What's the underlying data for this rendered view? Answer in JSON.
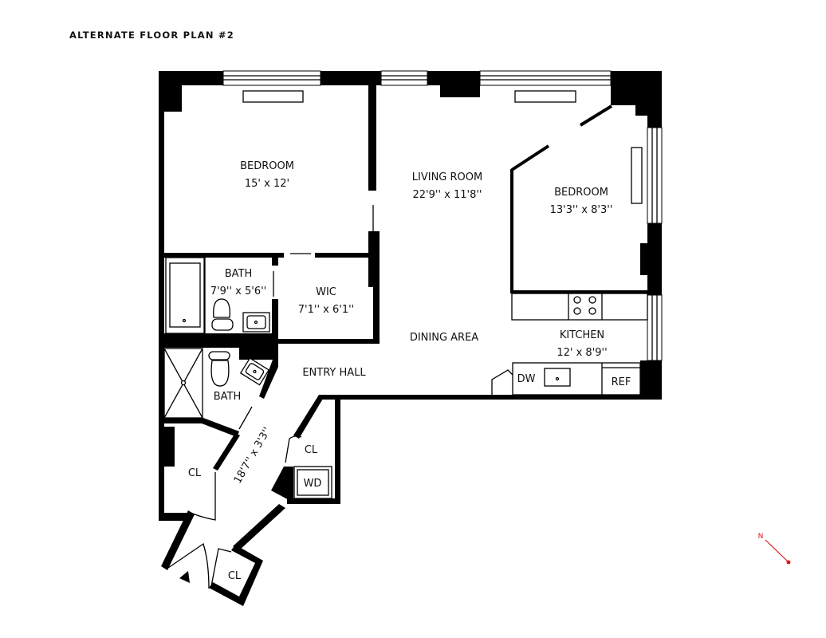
{
  "title": "ALTERNATE FLOOR PLAN #2",
  "rooms": [
    {
      "id": "bedroom-1",
      "name": "BEDROOM",
      "size": "15' x 12'"
    },
    {
      "id": "living-room",
      "name": "LIVING ROOM",
      "size": "22'9'' x 11'8''"
    },
    {
      "id": "bedroom-2",
      "name": "BEDROOM",
      "size": "13'3'' x 8'3''"
    },
    {
      "id": "bath-1",
      "name": "BATH",
      "size": "7'9'' x 5'6''"
    },
    {
      "id": "wic",
      "name": "WIC",
      "size": "7'1'' x 6'1''"
    },
    {
      "id": "dining-area",
      "name": "DINING AREA",
      "size": ""
    },
    {
      "id": "kitchen",
      "name": "KITCHEN",
      "size": "12' x 8'9''"
    },
    {
      "id": "entry-hall",
      "name": "ENTRY HALL",
      "size": ""
    },
    {
      "id": "bath-2",
      "name": "BATH",
      "size": ""
    },
    {
      "id": "hallway",
      "name": "",
      "size": "18'7'' x 3'3''"
    },
    {
      "id": "closet-1",
      "name": "CL",
      "size": ""
    },
    {
      "id": "closet-2",
      "name": "CL",
      "size": ""
    },
    {
      "id": "closet-3",
      "name": "CL",
      "size": ""
    }
  ],
  "fixtures": {
    "dishwasher": "DW",
    "refrigerator": "REF",
    "washer_dryer": "WD"
  },
  "compass": {
    "label": "N",
    "color": "#d7191c"
  },
  "colors": {
    "wall": "#000000",
    "background": "#ffffff",
    "text": "#111111"
  }
}
